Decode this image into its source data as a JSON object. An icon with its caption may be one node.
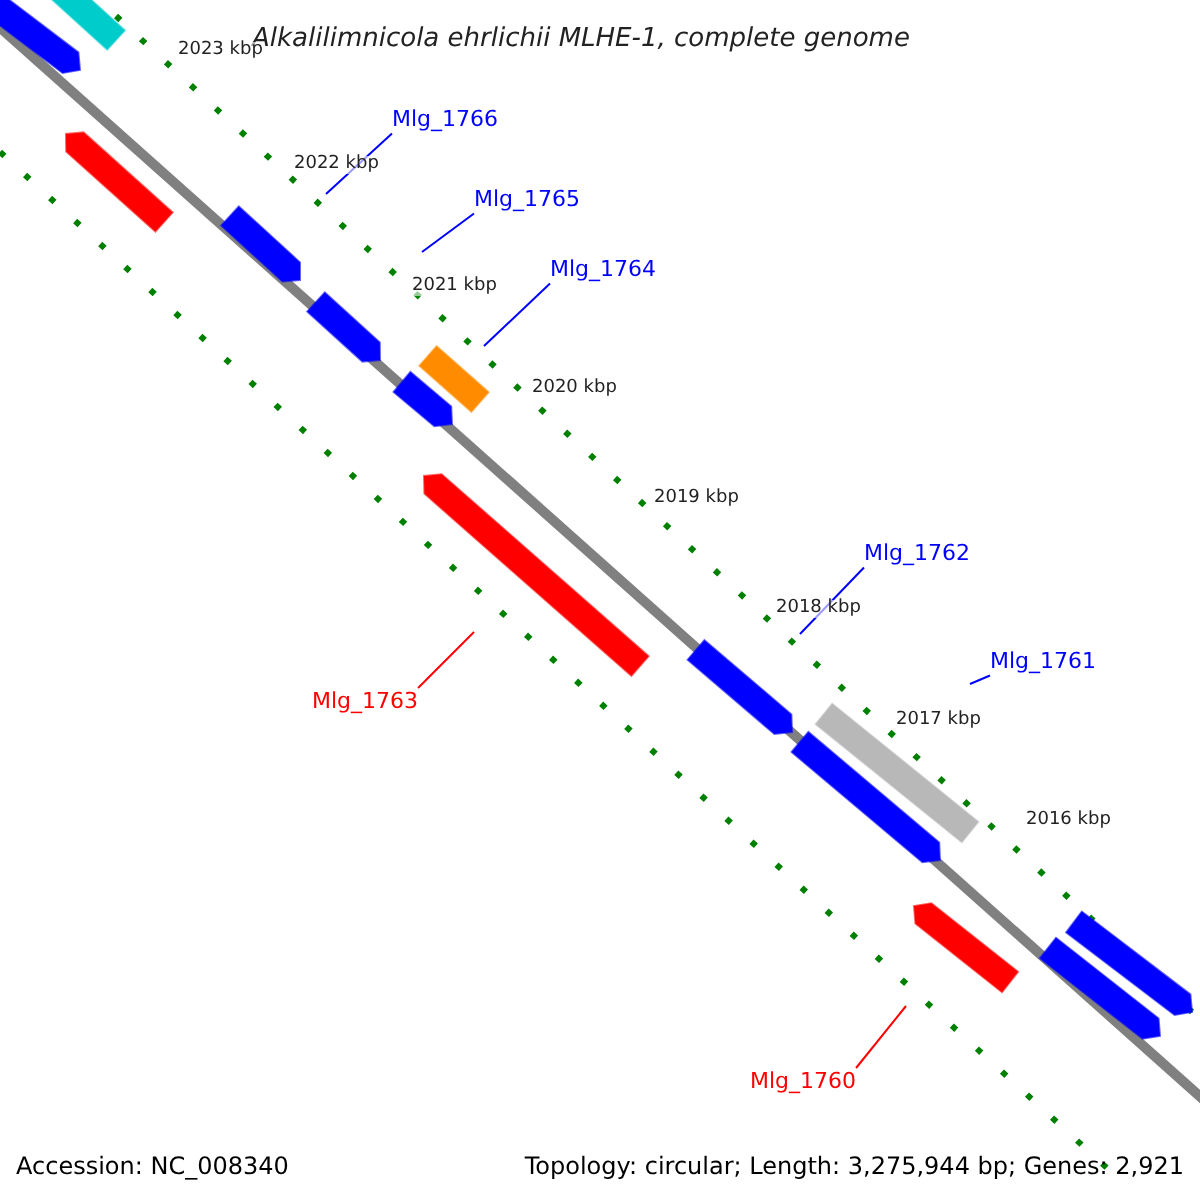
{
  "diagram": {
    "title": "Alkalilimnicola ehrlichii MLHE-1, complete genome",
    "nodes": [
      {
        "text": [
          "Mlg_1766"
        ]
      },
      {
        "text": [
          "Mlg_1765"
        ]
      },
      {
        "text": [
          "Mlg_1764"
        ]
      },
      {
        "text": [
          "Mlg_1762"
        ]
      },
      {
        "text": [
          "Mlg_1761"
        ]
      },
      {
        "text": [
          "Mlg_1763"
        ]
      },
      {
        "text": [
          "Mlg_1760"
        ]
      }
    ],
    "edges": [
      {
        "from": 0,
        "to": null,
        "arrow": "none"
      },
      {
        "from": 1,
        "to": null,
        "arrow": "none"
      },
      {
        "from": 2,
        "to": null,
        "arrow": "none"
      },
      {
        "from": 3,
        "to": null,
        "arrow": "none"
      },
      {
        "from": 4,
        "to": null,
        "arrow": "none"
      },
      {
        "from": 5,
        "to": null,
        "arrow": "none",
        "color": "#ff0000"
      },
      {
        "from": 6,
        "to": null,
        "arrow": "none",
        "color": "#ff0000"
      }
    ],
    "labels": [
      "2023 kbp",
      "2022 kbp",
      "2021 kbp",
      "2020 kbp",
      "2019 kbp",
      "2018 kbp",
      "2017 kbp",
      "2016 kbp",
      "Accession: NC_008340",
      "Topology: circular; Length: 3,275,944 bp; Genes: 2,921"
    ]
  }
}
